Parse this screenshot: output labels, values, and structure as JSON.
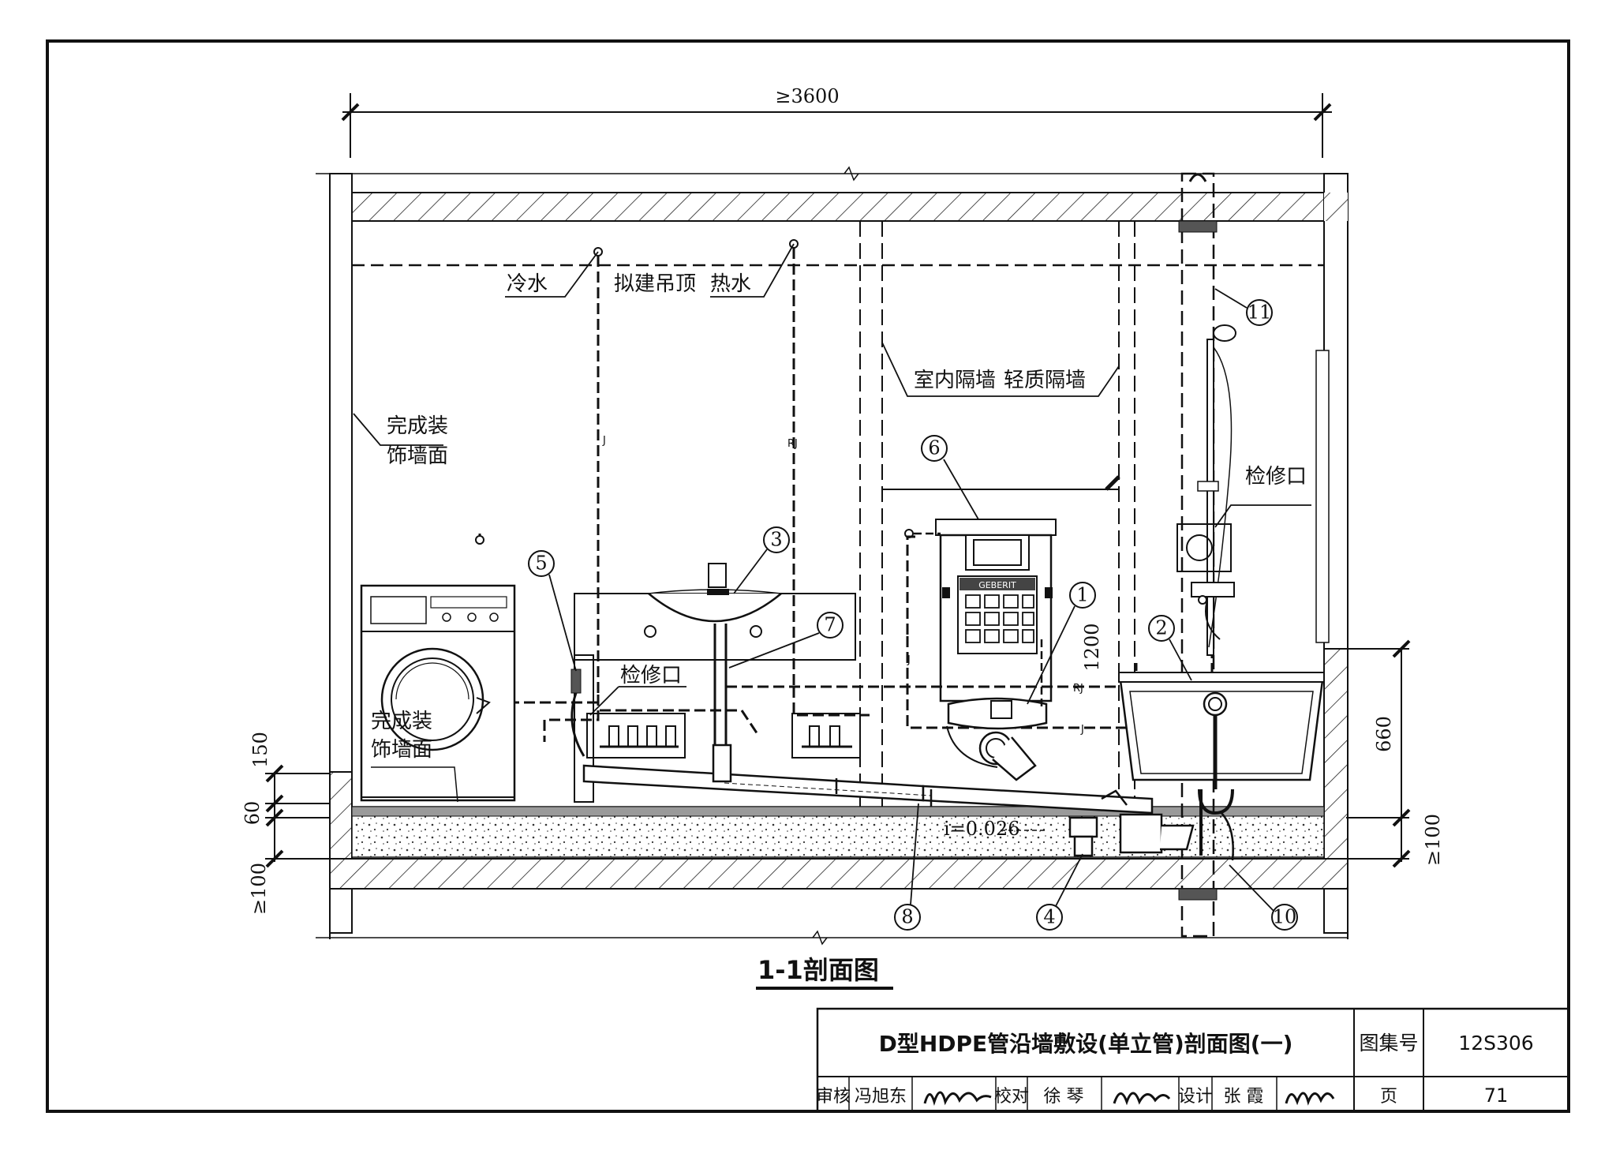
{
  "caption": "1-1剖面图",
  "dimensions": {
    "width_top": "≥3600",
    "right_660": "660",
    "right_100": "≥100",
    "left_150": "150",
    "left_60": "60",
    "left_100": "≥100",
    "height_1200": "1200"
  },
  "labels": {
    "cold_water": "冷水",
    "ceiling": "拟建吊顶",
    "hot_water": "热水",
    "finished_wall_top_1": "完成装",
    "finished_wall_top_2": "饰墙面",
    "finished_wall_bottom_1": "完成装",
    "finished_wall_bottom_2": "饰墙面",
    "indoor_partition": "室内隔墙",
    "light_partition": "轻质隔墙",
    "access_left": "检修口",
    "access_right": "检修口",
    "slope": "i=0.026",
    "pipe_j": "J",
    "pipe_rj": "RJ",
    "brand": "GEBERIT"
  },
  "markers": [
    "1",
    "2",
    "3",
    "4",
    "5",
    "6",
    "7",
    "8",
    "10",
    "11"
  ],
  "title_block": {
    "title": "D型HDPE管沿墙敷设(单立管)剖面图(一)",
    "atlas_label": "图集号",
    "atlas_no": "12S306",
    "review_label": "审核",
    "review_name": "冯旭东",
    "check_label": "校对",
    "check_name": "徐 琴",
    "design_label": "设计",
    "design_name": "张 霞",
    "page_label": "页",
    "page_no": "71"
  }
}
